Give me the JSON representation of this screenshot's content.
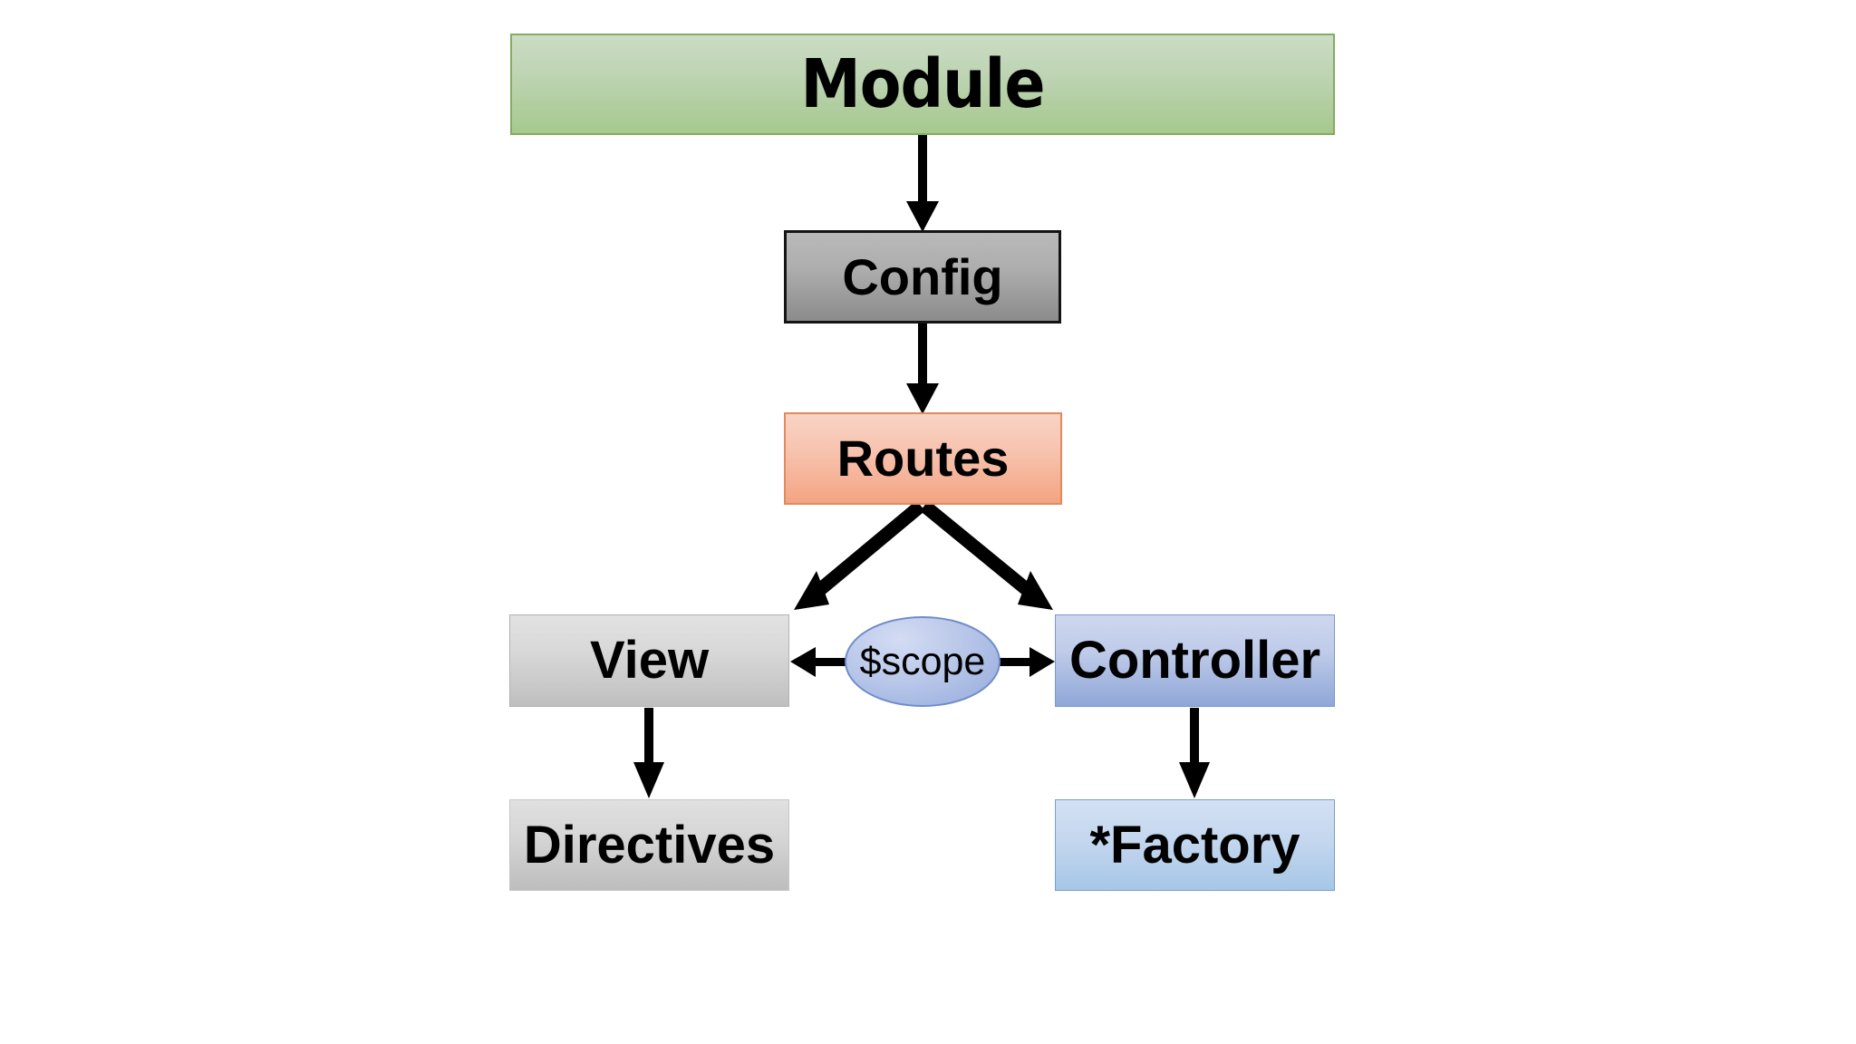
{
  "diagram": {
    "title_text": "AngularJS application structure flow diagram",
    "background": "#ffffff",
    "nodes": [
      {
        "id": "module",
        "label": "Module",
        "shape": "rectangle",
        "fill_top": "#cbdcc4",
        "fill_bottom": "#a6c98d",
        "border": "#86ab63"
      },
      {
        "id": "config",
        "label": "Config",
        "shape": "rectangle",
        "fill_top": "#b9b9b9",
        "fill_bottom": "#8b8b8b",
        "border": "#141414"
      },
      {
        "id": "routes",
        "label": "Routes",
        "shape": "rectangle",
        "fill_top": "#f9d3c5",
        "fill_bottom": "#f3a482",
        "border": "#e08b5e"
      },
      {
        "id": "view",
        "label": "View",
        "shape": "rectangle",
        "fill_top": "#e2e2e2",
        "fill_bottom": "#bfbfbf",
        "border": "#b2b2b2"
      },
      {
        "id": "scope",
        "label": "$scope",
        "shape": "ellipse",
        "fill_top": "#d3dcf3",
        "fill_bottom": "#94abdc",
        "border": "#6f8ccb"
      },
      {
        "id": "controller",
        "label": "Controller",
        "shape": "rectangle",
        "fill_top": "#ced7ef",
        "fill_bottom": "#8fa7d8",
        "border": "#7d96c9"
      },
      {
        "id": "directives",
        "label": "Directives",
        "shape": "rectangle",
        "fill_top": "#e0e0e0",
        "fill_bottom": "#bdbdbd",
        "border": "#c6c6c6"
      },
      {
        "id": "factory",
        "label": "*Factory",
        "shape": "rectangle",
        "fill_top": "#d2e0f3",
        "fill_bottom": "#a7c7e7",
        "border": "#7f9dc8"
      }
    ],
    "edges": [
      {
        "id": "module-to-config",
        "from": "module",
        "to": "config",
        "style": "solid",
        "heads": "single",
        "color": "#000000"
      },
      {
        "id": "config-to-routes",
        "from": "config",
        "to": "routes",
        "style": "solid",
        "heads": "single",
        "color": "#000000"
      },
      {
        "id": "routes-to-view",
        "from": "routes",
        "to": "view",
        "style": "solid",
        "heads": "single",
        "color": "#000000"
      },
      {
        "id": "routes-to-controller",
        "from": "routes",
        "to": "controller",
        "style": "solid",
        "heads": "single",
        "color": "#000000"
      },
      {
        "id": "scope-to-view",
        "from": "scope",
        "to": "view",
        "style": "solid",
        "heads": "single",
        "color": "#000000"
      },
      {
        "id": "scope-to-controller",
        "from": "scope",
        "to": "controller",
        "style": "solid",
        "heads": "single",
        "color": "#000000"
      },
      {
        "id": "view-to-directives",
        "from": "view",
        "to": "directives",
        "style": "solid",
        "heads": "single",
        "color": "#000000"
      },
      {
        "id": "controller-to-factory",
        "from": "controller",
        "to": "factory",
        "style": "solid",
        "heads": "single",
        "color": "#000000"
      }
    ]
  }
}
